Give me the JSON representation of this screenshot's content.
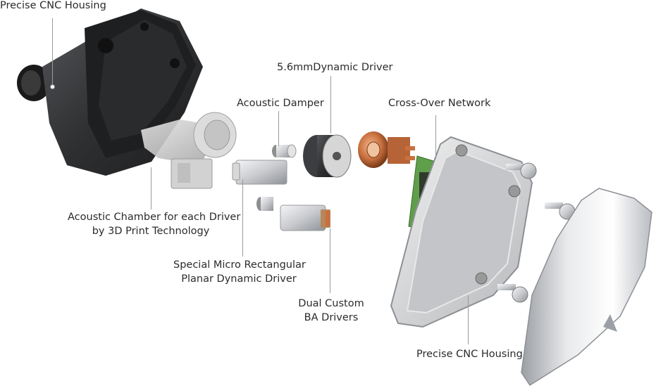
{
  "labels": {
    "housing_top": "Precise CNC Housing",
    "dynamic_driver": "5.6mmDynamic Driver",
    "acoustic_damper": "Acoustic Damper",
    "crossover": "Cross-Over Network",
    "acoustic_chamber_line1": "Acoustic Chamber for each Driver",
    "acoustic_chamber_line2": "by 3D Print Technology",
    "planar_line1": "Special Micro Rectangular",
    "planar_line2": "Planar Dynamic Driver",
    "ba_line1": "Dual Custom",
    "ba_line2": "BA Drivers",
    "housing_bottom": "Precise CNC Housing"
  },
  "colors": {
    "housing_dark": "#2f2f31",
    "copper": "#c8703f",
    "pcb_green": "#5f9e4a",
    "silver": "#c9cbcf",
    "label_text": "#2b2b2b"
  }
}
